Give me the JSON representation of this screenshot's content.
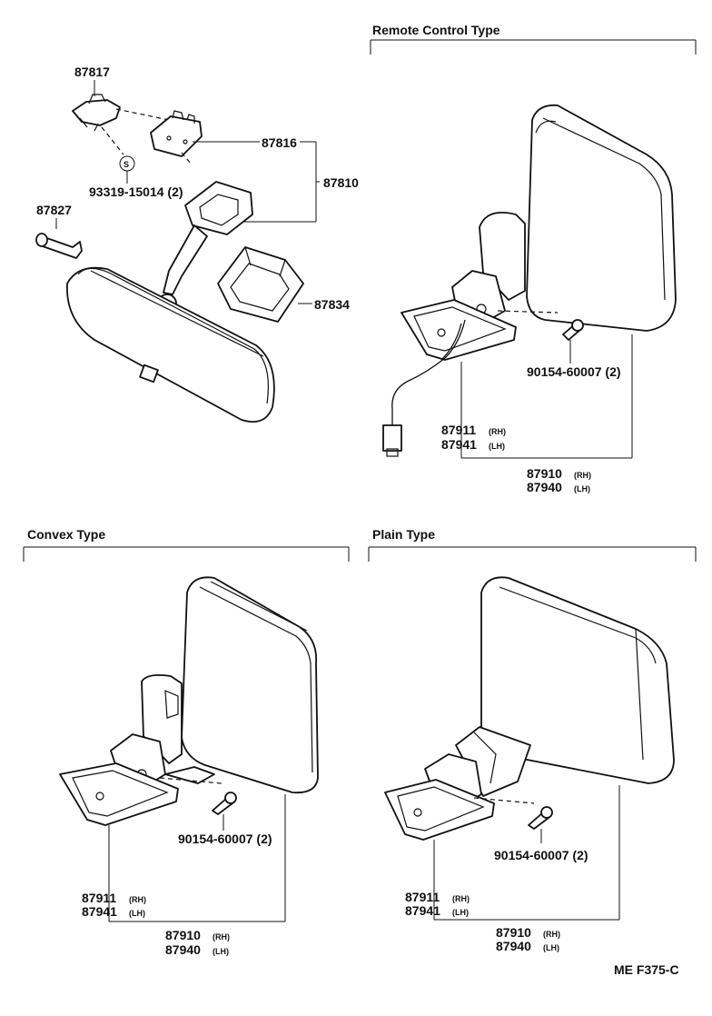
{
  "sections": {
    "remote_control": {
      "header": "Remote Control Type"
    },
    "convex": {
      "header": "Convex Type"
    },
    "plain": {
      "header": "Plain Type"
    }
  },
  "labels": {
    "p87817": "87817",
    "p87816": "87816",
    "p87810": "87810",
    "p93319": "93319-15014 (2)",
    "p87827": "87827",
    "p87834": "87834",
    "screw_symbol": "S",
    "screw": "90154-60007 (2)",
    "bracket_rh": "87911",
    "bracket_lh": "87941",
    "mirror_rh": "87910",
    "mirror_lh": "87940",
    "rh": "(RH)",
    "lh": "(LH)"
  },
  "footer": {
    "code": "ME  F375-C"
  }
}
